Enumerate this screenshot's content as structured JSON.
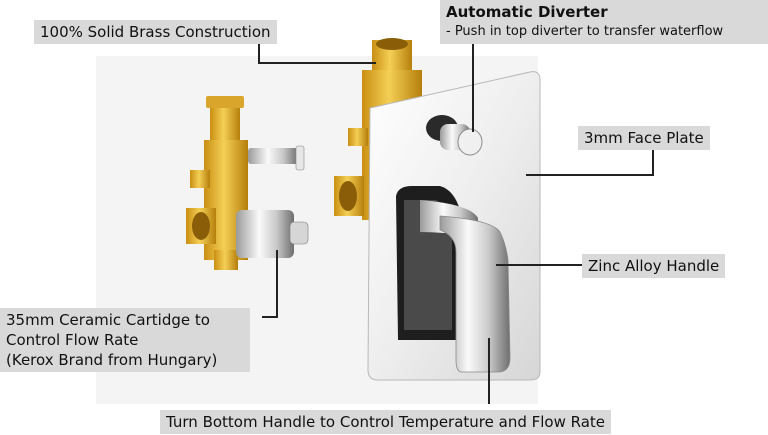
{
  "callouts": {
    "brass": "100% Solid Brass Construction",
    "diverter_title": "Automatic Diverter",
    "diverter_sub": "- Push in top diverter to transfer waterflow",
    "faceplate": "3mm Face Plate",
    "handle": "Zinc Alloy Handle",
    "cartridge_line1": "35mm Ceramic Cartidge to",
    "cartridge_line2": "Control Flow Rate",
    "cartridge_line3": "(Kerox Brand from Hungary)",
    "bottom": "Turn Bottom Handle to Control Temperature and Flow Rate"
  },
  "colors": {
    "brass": "#e2b32a",
    "chrome": "#d8d8d8",
    "callout_bg": "#d9d9d9"
  }
}
